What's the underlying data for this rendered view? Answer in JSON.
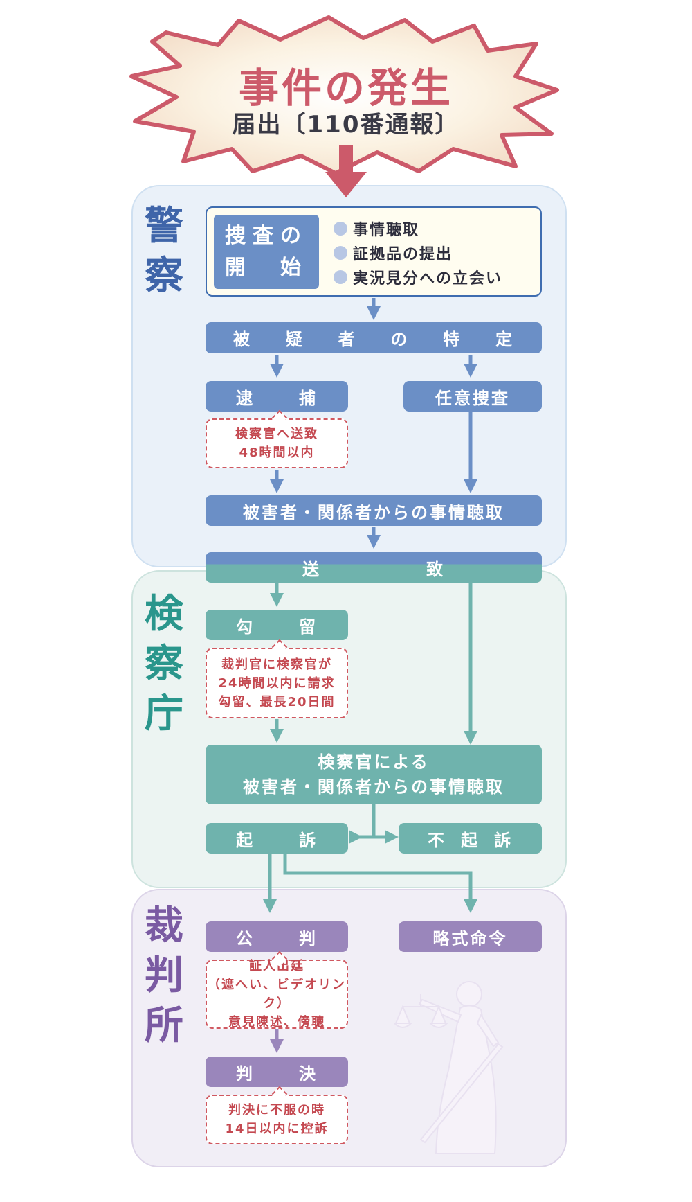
{
  "header": {
    "title": "事件の発生",
    "subtitle": "届出〔110番通報〕"
  },
  "sections": {
    "police": {
      "label": [
        "警",
        "察"
      ]
    },
    "prosecutor": {
      "label": [
        "検",
        "察",
        "庁"
      ]
    },
    "court": {
      "label": [
        "裁",
        "判",
        "所"
      ]
    }
  },
  "investigation": {
    "title_line1": "捜査の",
    "title_line2": "開　始",
    "items": [
      "事情聴取",
      "証拠品の提出",
      "実況見分への立会い"
    ]
  },
  "police_flow": {
    "identify_suspect": [
      "被",
      "疑",
      "者",
      "の",
      "特",
      "定"
    ],
    "arrest": [
      "逮",
      "捕"
    ],
    "voluntary": "任意捜査",
    "arrest_note": [
      "検察官へ送致",
      "48時間以内"
    ],
    "hearing": "被害者・関係者からの事情聴取",
    "referral": [
      "送",
      "致"
    ]
  },
  "prosecutor_flow": {
    "detention": [
      "勾",
      "留"
    ],
    "detention_note": [
      "裁判官に検察官が",
      "24時間以内に請求",
      "勾留、最長20日間"
    ],
    "hearing_line1": "検察官による",
    "hearing_line2": "被害者・関係者からの事情聴取",
    "indict": [
      "起",
      "訴"
    ],
    "no_indict": [
      "不",
      "起",
      "訴"
    ]
  },
  "court_flow": {
    "trial": [
      "公",
      "判"
    ],
    "summary_order": "略式命令",
    "trial_note": [
      "証人出廷",
      "（遮へい、ビデオリンク）",
      "意見陳述、傍聴"
    ],
    "judgment": [
      "判",
      "決"
    ],
    "judgment_note": [
      "判決に不服の時",
      "14日以内に控訴"
    ]
  },
  "colors": {
    "police": "#6b8fc6",
    "prosecutor": "#6fb3ad",
    "court": "#9a86bb",
    "title": "#cc5a6a",
    "note": "#d05860"
  }
}
